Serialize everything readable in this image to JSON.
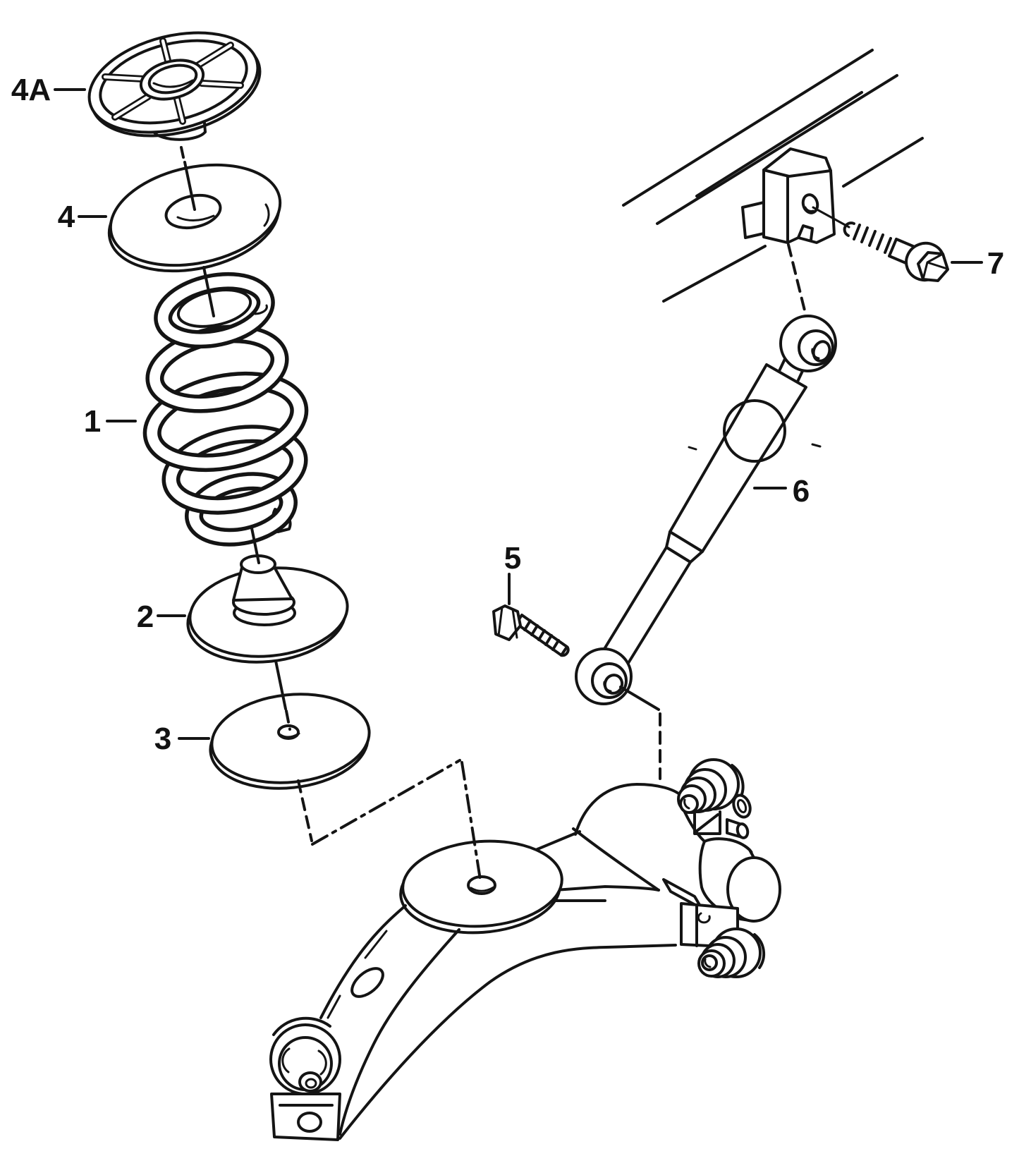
{
  "figure": {
    "type": "exploded-parts-diagram",
    "subject": "rear suspension with coil spring, shock absorber and trailing arm",
    "callouts": [
      {
        "label": "4A"
      },
      {
        "label": "4"
      },
      {
        "label": "1"
      },
      {
        "label": "2"
      },
      {
        "label": "3"
      },
      {
        "label": "5"
      },
      {
        "label": "6"
      },
      {
        "label": "7"
      }
    ],
    "colors": {
      "line": "#141414",
      "background": "#ffffff",
      "redaction_dot": "#000000"
    }
  }
}
